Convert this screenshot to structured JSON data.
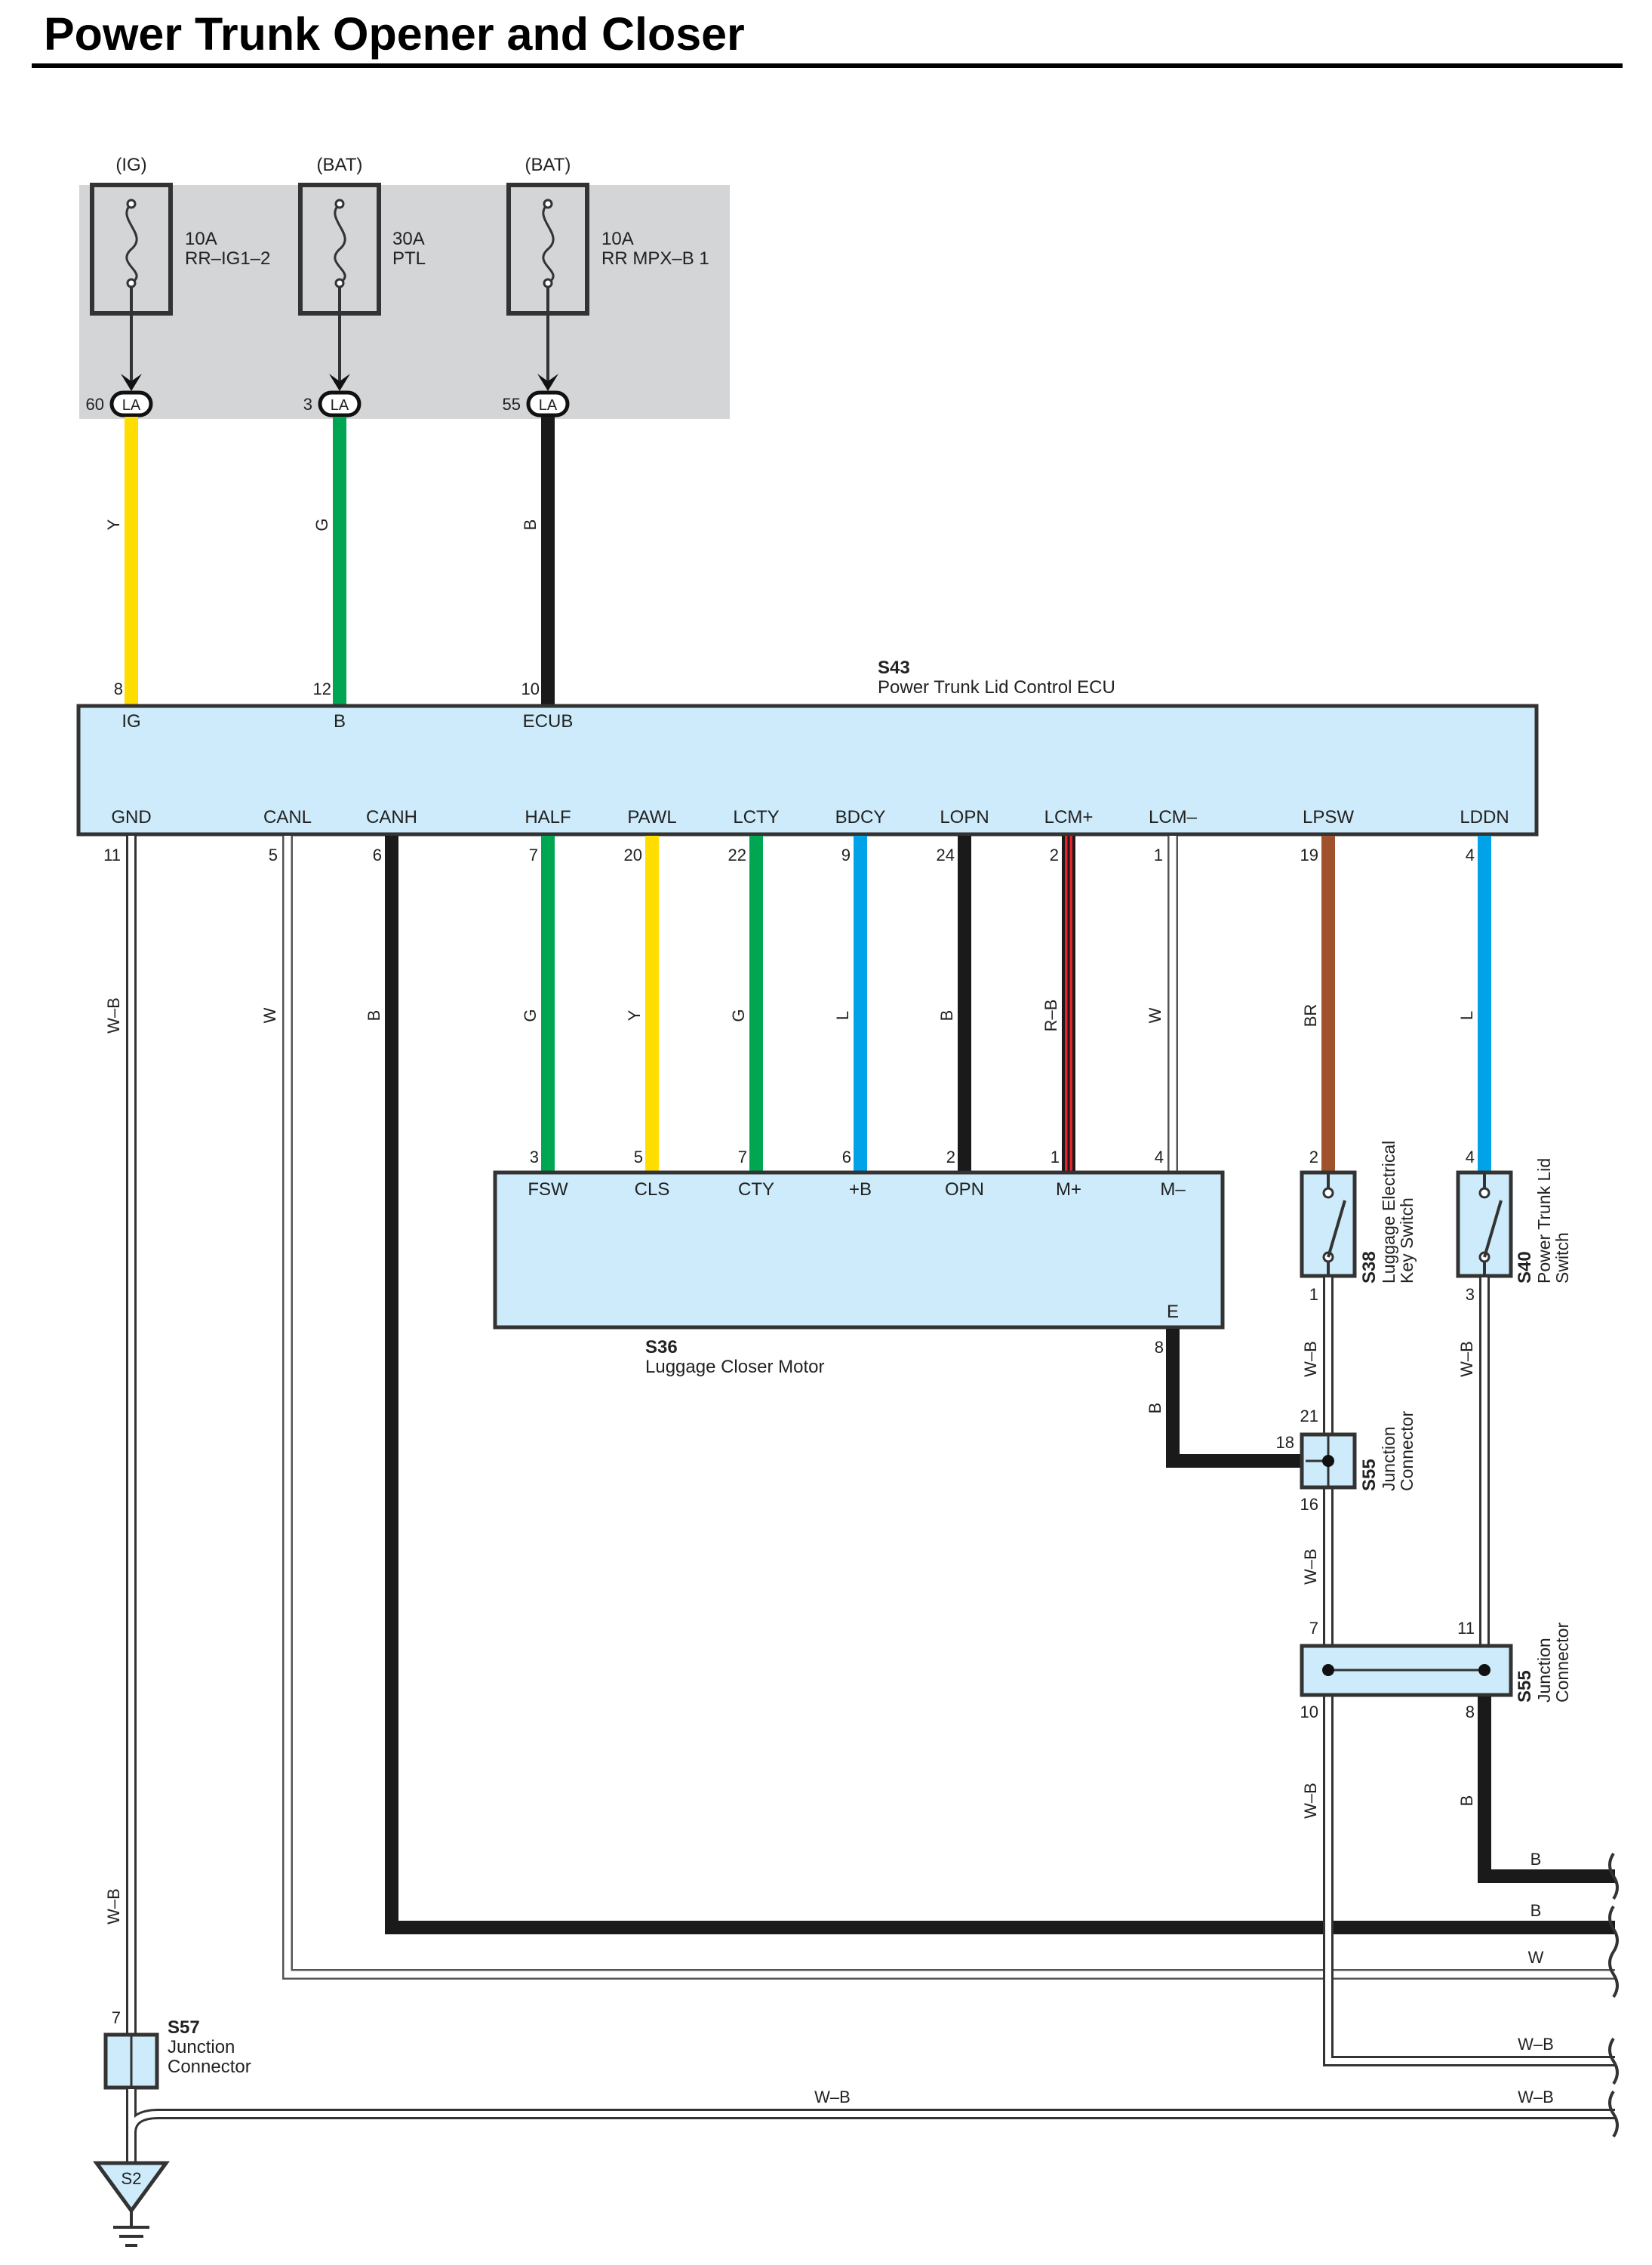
{
  "title": "Power Trunk Opener and Closer",
  "colors": {
    "Y": "#FFDD00",
    "G": "#00A651",
    "B": "#1A1A1A",
    "L": "#00A2E8",
    "BR": "#A0522D",
    "R": "#E8202A",
    "W": "#ffffff",
    "outline": "#555555",
    "component_fill": "#CDEBFA",
    "fuse_box_fill": "#D4D5D6"
  },
  "fuses": [
    {
      "source": "(IG)",
      "rating": "10A",
      "name": "RR–IG1–2",
      "pin": "60",
      "connector": "LA"
    },
    {
      "source": "(BAT)",
      "rating": "30A",
      "name": "PTL",
      "pin": "3",
      "connector": "LA"
    },
    {
      "source": "(BAT)",
      "rating": "10A",
      "name": "RR MPX–B 1",
      "pin": "55",
      "connector": "LA"
    }
  ],
  "ecu": {
    "id": "S43",
    "name": "Power Trunk Lid Control ECU",
    "top_pins": [
      {
        "label": "IG",
        "pin": "8"
      },
      {
        "label": "B",
        "pin": "12"
      },
      {
        "label": "ECUB",
        "pin": "10"
      }
    ],
    "bottom_pins": [
      {
        "label": "GND",
        "pin": "11"
      },
      {
        "label": "CANL",
        "pin": "5"
      },
      {
        "label": "CANH",
        "pin": "6"
      },
      {
        "label": "HALF",
        "pin": "7"
      },
      {
        "label": "PAWL",
        "pin": "20"
      },
      {
        "label": "LCTY",
        "pin": "22"
      },
      {
        "label": "BDCY",
        "pin": "9"
      },
      {
        "label": "LOPN",
        "pin": "24"
      },
      {
        "label": "LCM+",
        "pin": "2"
      },
      {
        "label": "LCM–",
        "pin": "1"
      },
      {
        "label": "LPSW",
        "pin": "19"
      },
      {
        "label": "LDDN",
        "pin": "4"
      }
    ]
  },
  "motor": {
    "id": "S36",
    "name": "Luggage Closer Motor",
    "pins": [
      {
        "label": "FSW",
        "pin": "3"
      },
      {
        "label": "CLS",
        "pin": "5"
      },
      {
        "label": "CTY",
        "pin": "7"
      },
      {
        "label": "+B",
        "pin": "6"
      },
      {
        "label": "OPN",
        "pin": "2"
      },
      {
        "label": "M+",
        "pin": "1"
      },
      {
        "label": "M–",
        "pin": "4"
      }
    ],
    "ground_pin": {
      "label": "E",
      "pin": "8"
    }
  },
  "s38": {
    "id": "S38",
    "name_line1": "Luggage Electrical",
    "name_line2": "Key Switch",
    "pin_top": "2",
    "pin_bottom": "1"
  },
  "s40": {
    "id": "S40",
    "name_line1": "Power Trunk Lid",
    "name_line2": "Switch",
    "pin_top": "4",
    "pin_bottom": "3"
  },
  "s55a": {
    "id": "S55",
    "name_line1": "Junction",
    "name_line2": "Connector",
    "pin_top": "21",
    "pin_left": "18",
    "pin_bottom": "16"
  },
  "s55b": {
    "id": "S55",
    "name_line1": "Junction",
    "name_line2": "Connector",
    "pins": [
      "7",
      "11",
      "10",
      "8"
    ]
  },
  "s57": {
    "id": "S57",
    "name_line1": "Junction",
    "name_line2": "Connector",
    "pin": "7"
  },
  "ground": {
    "id": "S2"
  },
  "wire_labels": {
    "Y": "Y",
    "G": "G",
    "B": "B",
    "W_B": "W–B",
    "W": "W",
    "L": "L",
    "R_B": "R–B",
    "BR": "BR"
  }
}
